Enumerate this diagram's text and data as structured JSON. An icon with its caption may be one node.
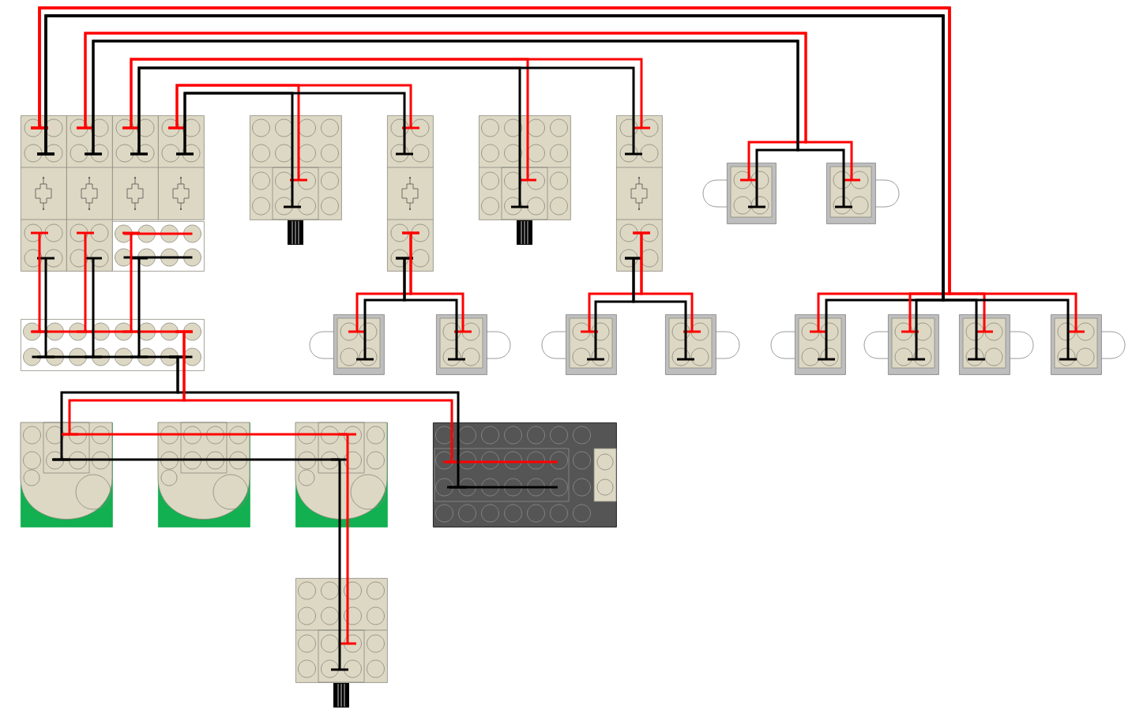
{
  "diagram": {
    "nodes": [
      {
        "text": [],
        "shape": "picture"
      },
      {
        "text": [],
        "shape": "picture"
      },
      {
        "text": [],
        "shape": "picture"
      },
      {
        "text": [],
        "shape": "picture"
      },
      {
        "text": [],
        "shape": "picture"
      },
      {
        "text": [],
        "shape": "picture"
      },
      {
        "text": [],
        "shape": "picture"
      },
      {
        "text": [],
        "shape": "picture"
      },
      {
        "text": [],
        "shape": "picture"
      },
      {
        "text": [],
        "shape": "picture"
      },
      {
        "text": [],
        "shape": "picture"
      },
      {
        "text": [],
        "shape": "picture"
      },
      {
        "text": [],
        "shape": "picture"
      },
      {
        "text": [],
        "shape": "picture"
      },
      {
        "text": [],
        "shape": "picture"
      },
      {
        "text": [],
        "shape": "picture"
      },
      {
        "text": [],
        "shape": "picture"
      },
      {
        "text": [],
        "shape": "picture"
      },
      {
        "text": [],
        "shape": "picture"
      },
      {
        "text": [],
        "shape": "picture"
      },
      {
        "text": [],
        "shape": "picture"
      },
      {
        "text": [],
        "shape": "picture"
      },
      {
        "text": [],
        "shape": "picture"
      },
      {
        "text": [],
        "shape": "picture"
      },
      {
        "text": [],
        "shape": "picture"
      }
    ],
    "edges": [
      {
        "from": 0,
        "to": 16,
        "arrow": "none",
        "color": "#ff0000"
      },
      {
        "from": 0,
        "to": 16,
        "arrow": "none",
        "color": "#000000"
      },
      {
        "from": 0,
        "to": 17,
        "arrow": "none",
        "color": "#ff0000"
      },
      {
        "from": 0,
        "to": 17,
        "arrow": "none",
        "color": "#000000"
      },
      {
        "from": 0,
        "to": 18,
        "arrow": "none",
        "color": "#ff0000"
      },
      {
        "from": 0,
        "to": 18,
        "arrow": "none",
        "color": "#000000"
      },
      {
        "from": 0,
        "to": 19,
        "arrow": "none",
        "color": "#ff0000"
      },
      {
        "from": 0,
        "to": 19,
        "arrow": "none",
        "color": "#000000"
      },
      {
        "from": 1,
        "to": 9,
        "arrow": "none",
        "color": "#ff0000"
      },
      {
        "from": 1,
        "to": 9,
        "arrow": "none",
        "color": "#000000"
      },
      {
        "from": 1,
        "to": 10,
        "arrow": "none",
        "color": "#ff0000"
      },
      {
        "from": 1,
        "to": 10,
        "arrow": "none",
        "color": "#000000"
      },
      {
        "from": 2,
        "to": 7,
        "arrow": "none",
        "color": "#ff0000"
      },
      {
        "from": 2,
        "to": 7,
        "arrow": "none",
        "color": "#000000"
      },
      {
        "from": 2,
        "to": 8,
        "arrow": "none",
        "color": "#ff0000"
      },
      {
        "from": 2,
        "to": 8,
        "arrow": "none",
        "color": "#000000"
      },
      {
        "from": 8,
        "to": 14,
        "arrow": "none",
        "color": "#ff0000"
      },
      {
        "from": 8,
        "to": 14,
        "arrow": "none",
        "color": "#000000"
      },
      {
        "from": 8,
        "to": 15,
        "arrow": "none",
        "color": "#ff0000"
      },
      {
        "from": 8,
        "to": 15,
        "arrow": "none",
        "color": "#000000"
      },
      {
        "from": 3,
        "to": 5,
        "arrow": "none",
        "color": "#ff0000"
      },
      {
        "from": 3,
        "to": 5,
        "arrow": "none",
        "color": "#000000"
      },
      {
        "from": 3,
        "to": 6,
        "arrow": "none",
        "color": "#ff0000"
      },
      {
        "from": 3,
        "to": 6,
        "arrow": "none",
        "color": "#000000"
      },
      {
        "from": 6,
        "to": 12,
        "arrow": "none",
        "color": "#ff0000"
      },
      {
        "from": 6,
        "to": 12,
        "arrow": "none",
        "color": "#000000"
      },
      {
        "from": 6,
        "to": 13,
        "arrow": "none",
        "color": "#ff0000"
      },
      {
        "from": 6,
        "to": 13,
        "arrow": "none",
        "color": "#000000"
      },
      {
        "from": 0,
        "to": 11,
        "arrow": "none",
        "color": "#ff0000"
      },
      {
        "from": 0,
        "to": 11,
        "arrow": "none",
        "color": "#000000"
      },
      {
        "from": 1,
        "to": 11,
        "arrow": "none",
        "color": "#ff0000"
      },
      {
        "from": 1,
        "to": 11,
        "arrow": "none",
        "color": "#000000"
      },
      {
        "from": 4,
        "to": 11,
        "arrow": "none",
        "color": "#ff0000"
      },
      {
        "from": 4,
        "to": 11,
        "arrow": "none",
        "color": "#000000"
      },
      {
        "from": 11,
        "to": 23,
        "arrow": "none",
        "color": "#ff0000"
      },
      {
        "from": 11,
        "to": 23,
        "arrow": "none",
        "color": "#000000"
      },
      {
        "from": 11,
        "to": 20,
        "arrow": "none",
        "color": "#ff0000"
      },
      {
        "from": 11,
        "to": 20,
        "arrow": "none",
        "color": "#000000"
      },
      {
        "from": 20,
        "to": 21,
        "arrow": "none",
        "color": "#ff0000"
      },
      {
        "from": 20,
        "to": 21,
        "arrow": "none",
        "color": "#000000"
      },
      {
        "from": 21,
        "to": 22,
        "arrow": "none",
        "color": "#ff0000"
      },
      {
        "from": 21,
        "to": 22,
        "arrow": "none",
        "color": "#000000"
      },
      {
        "from": 22,
        "to": 24,
        "arrow": "none",
        "color": "#ff0000"
      },
      {
        "from": 22,
        "to": 24,
        "arrow": "none",
        "color": "#000000"
      }
    ]
  }
}
